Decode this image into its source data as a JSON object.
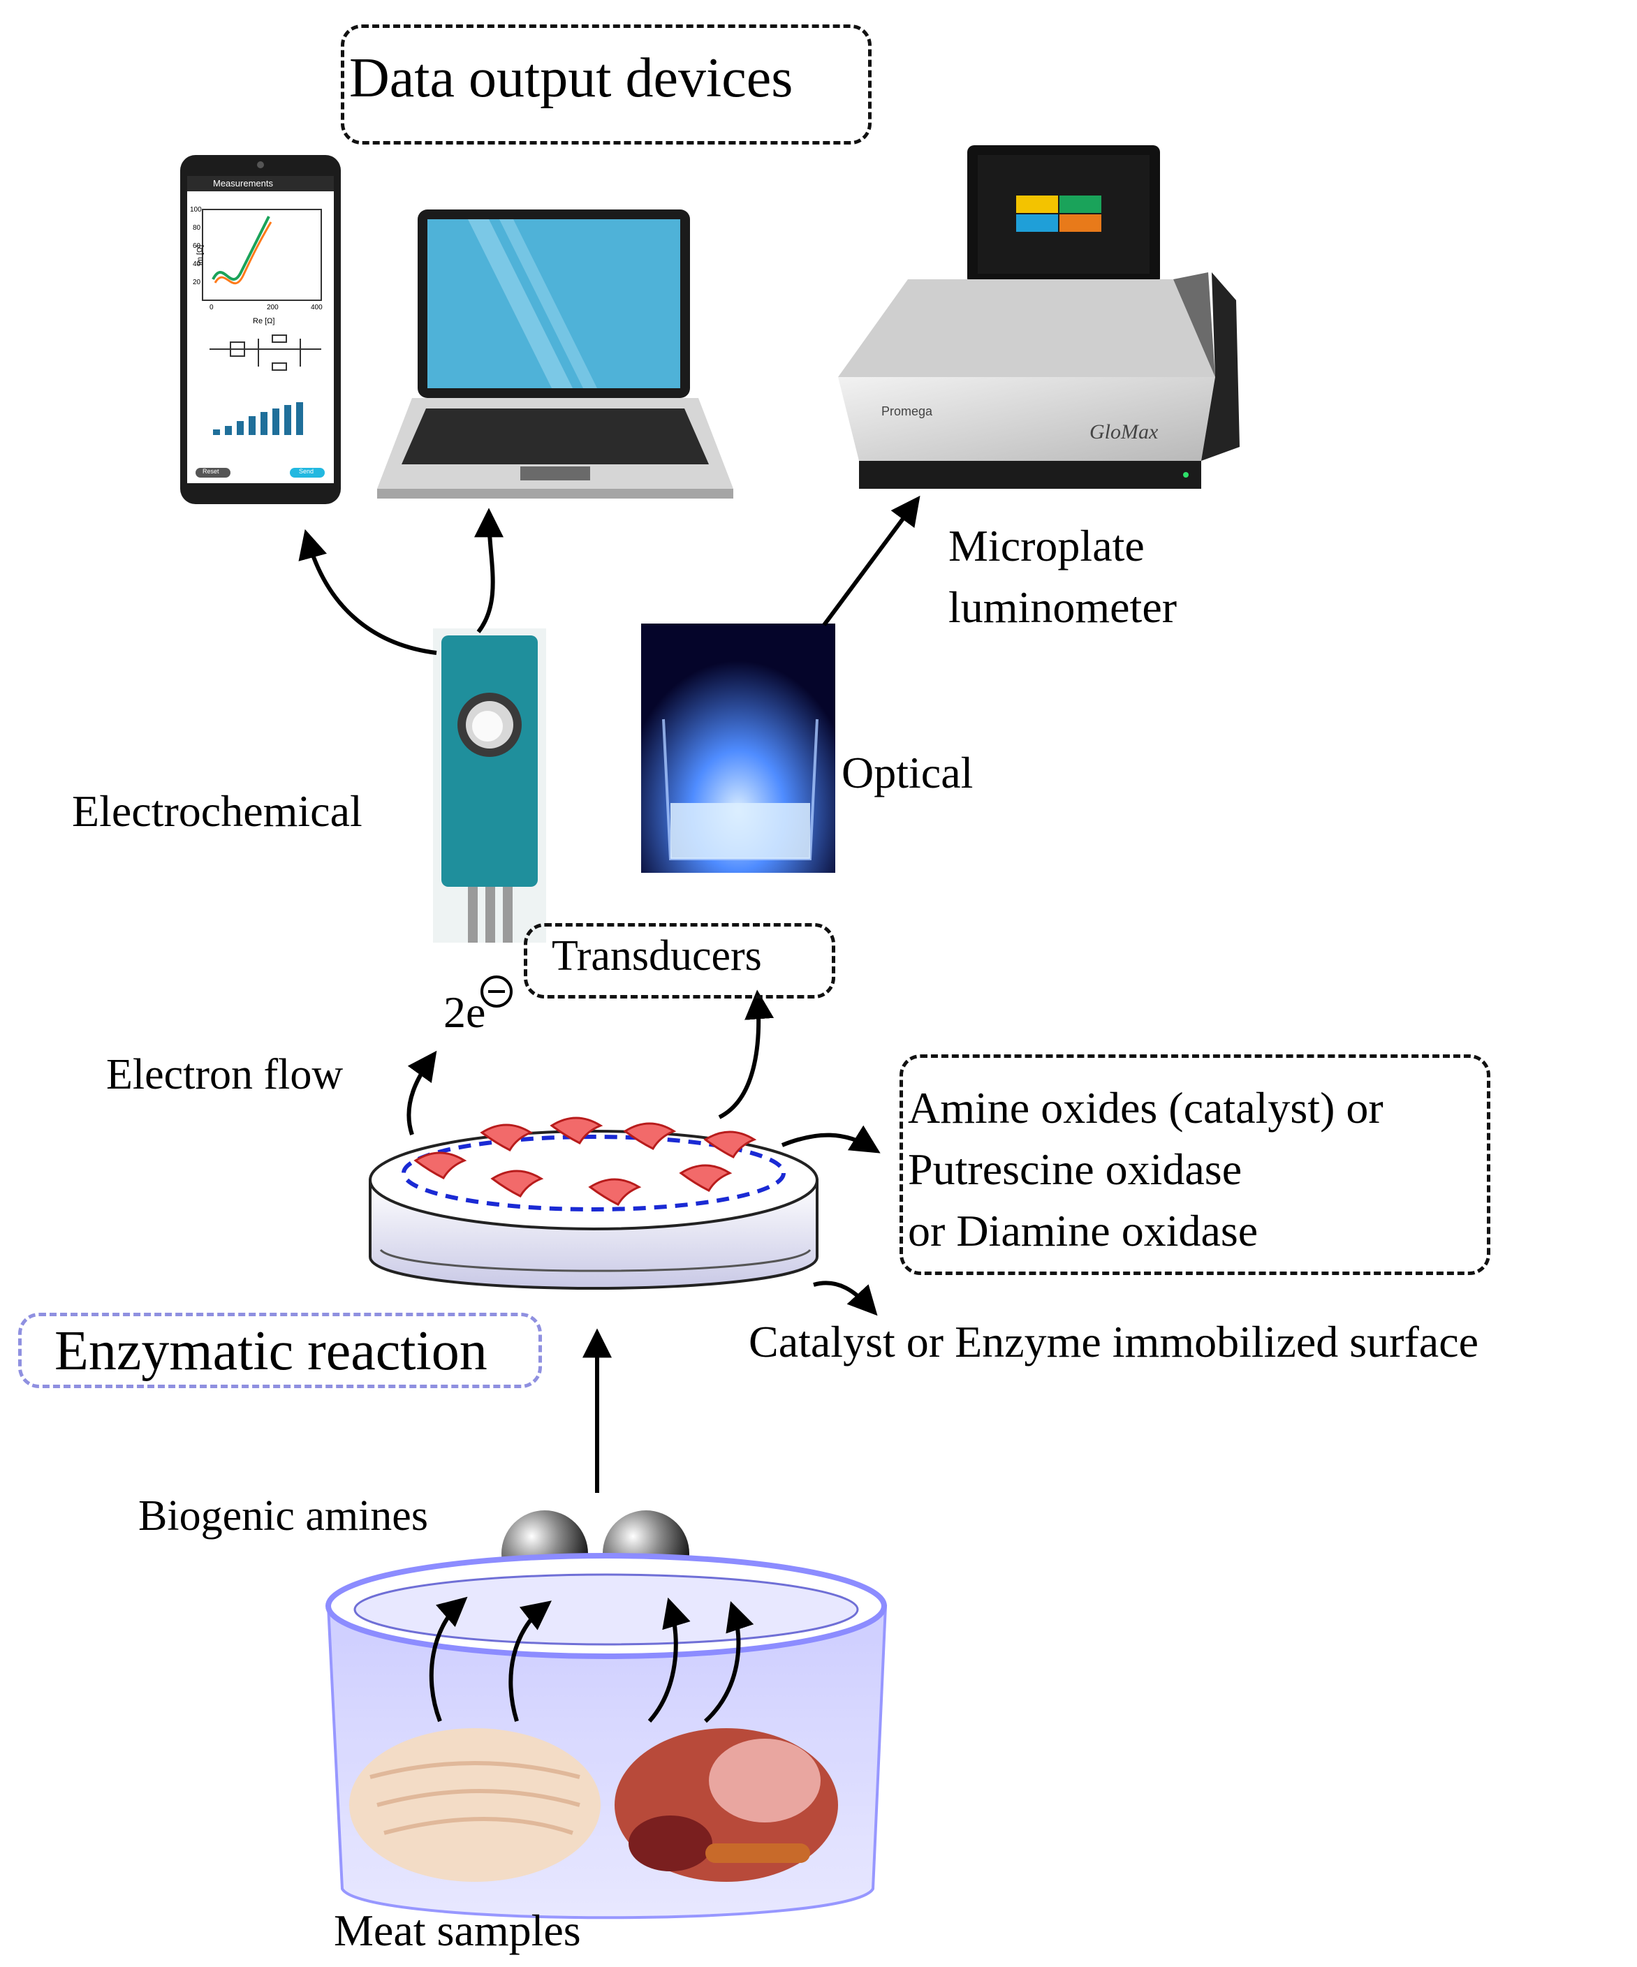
{
  "diagram": {
    "title": "Data output devices",
    "transducers_label": "Transducers",
    "enzymatic_label": "Enzymatic reaction",
    "electrochemical_label": "Electrochemical",
    "optical_label": "Optical",
    "luminometer_label_line1": "Microplate",
    "luminometer_label_line2": "luminometer",
    "luminometer_brand": "GloMax",
    "luminometer_maker": "Promega",
    "electron_flow_label": "Electron flow",
    "electron_count": "2e",
    "catalyst_line1": "Amine oxides (catalyst) or",
    "catalyst_line2": "Putrescine oxidase",
    "catalyst_line3": "or Diamine oxidase",
    "surface_label": "Catalyst or Enzyme immobilized surface",
    "biogenic_label": "Biogenic amines",
    "meat_label": "Meat samples"
  },
  "phone": {
    "header": "Measurements",
    "y_axis_label": "Im [Ω]",
    "x_axis_label": "Re [Ω]",
    "y_ticks": [
      "100",
      "80",
      "60",
      "40",
      "20"
    ],
    "x_ticks": [
      "0",
      "200",
      "400"
    ],
    "left_button": "Reset",
    "right_button": "Send"
  },
  "colors": {
    "strip": "#1f8f9c",
    "enzyme": "#e83a3a",
    "dish_blue": "#1a2ad4",
    "glow": "#5aa0ff",
    "jar": "#8c8cff"
  }
}
